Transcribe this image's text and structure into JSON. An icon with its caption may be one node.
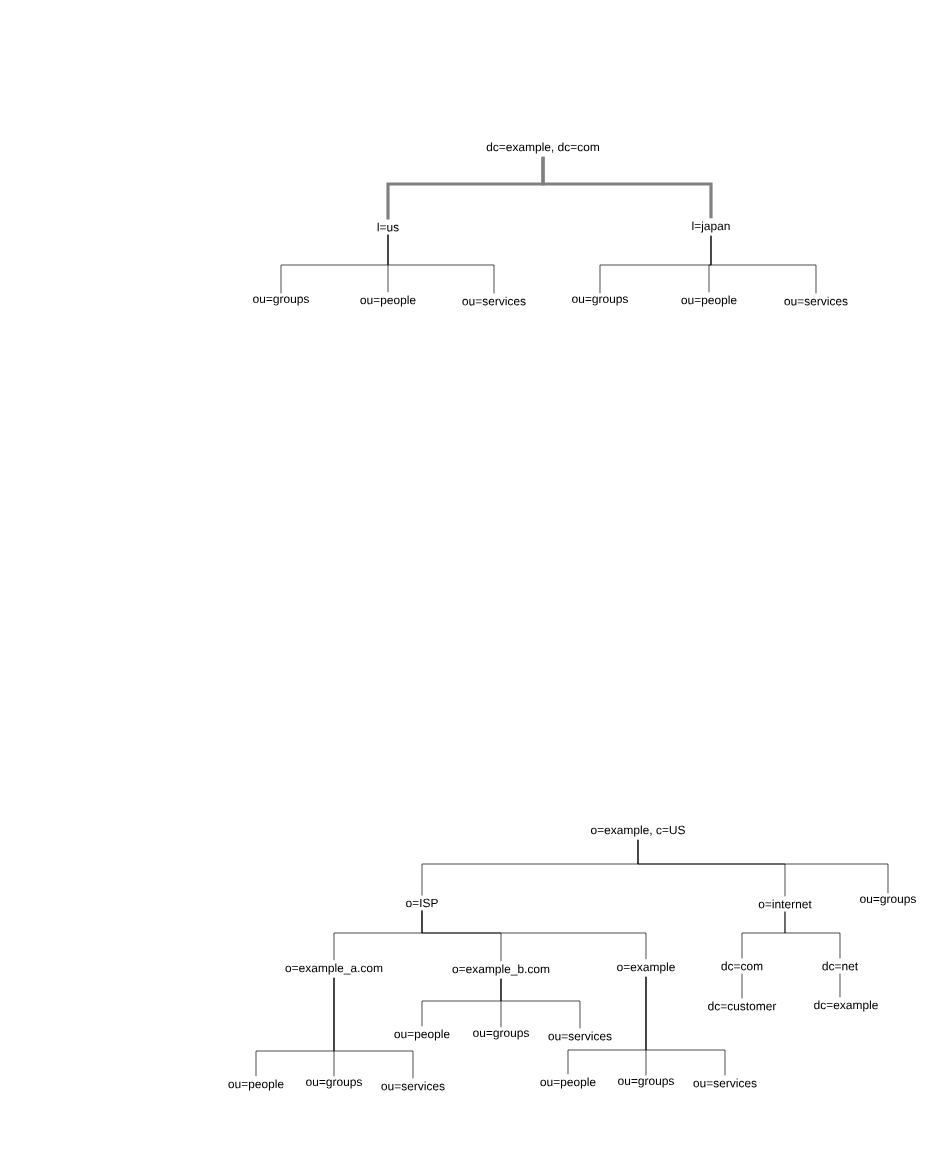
{
  "diagram": {
    "nodes": [
      {
        "text": [
          "dc=example, dc=com"
        ]
      },
      {
        "text": [
          "l=us"
        ]
      },
      {
        "text": [
          "l=japan"
        ]
      },
      {
        "text": [
          "ou=groups"
        ]
      },
      {
        "text": [
          "ou=people"
        ]
      },
      {
        "text": [
          "ou=services"
        ]
      },
      {
        "text": [
          "ou=groups"
        ]
      },
      {
        "text": [
          "ou=people"
        ]
      },
      {
        "text": [
          "ou=services"
        ]
      },
      {
        "text": [
          "o=example, c=US"
        ]
      },
      {
        "text": [
          "o=ISP"
        ]
      },
      {
        "text": [
          "o=internet"
        ]
      },
      {
        "text": [
          "ou=groups"
        ]
      },
      {
        "text": [
          "o=example_a.com"
        ]
      },
      {
        "text": [
          "o=example_b.com"
        ]
      },
      {
        "text": [
          "o=example"
        ]
      },
      {
        "text": [
          "dc=com"
        ]
      },
      {
        "text": [
          "dc=net"
        ]
      },
      {
        "text": [
          "dc=customer"
        ]
      },
      {
        "text": [
          "dc=example"
        ]
      },
      {
        "text": [
          "ou=people"
        ]
      },
      {
        "text": [
          "ou=groups"
        ]
      },
      {
        "text": [
          "ou=services"
        ]
      },
      {
        "text": [
          "ou=people"
        ]
      },
      {
        "text": [
          "ou=groups"
        ]
      },
      {
        "text": [
          "ou=services"
        ]
      },
      {
        "text": [
          "ou=people"
        ]
      },
      {
        "text": [
          "ou=groups"
        ]
      },
      {
        "text": [
          "ou=services"
        ]
      }
    ],
    "edges": [
      {
        "from": 0,
        "to": 1,
        "arrow": "none",
        "style": "thick",
        "color": "#808080"
      },
      {
        "from": 0,
        "to": 2,
        "arrow": "none",
        "style": "thick",
        "color": "#808080"
      },
      {
        "from": 1,
        "to": 3,
        "arrow": "none"
      },
      {
        "from": 1,
        "to": 4,
        "arrow": "none"
      },
      {
        "from": 1,
        "to": 5,
        "arrow": "none"
      },
      {
        "from": 2,
        "to": 6,
        "arrow": "none"
      },
      {
        "from": 2,
        "to": 7,
        "arrow": "none"
      },
      {
        "from": 2,
        "to": 8,
        "arrow": "none"
      },
      {
        "from": 9,
        "to": 10,
        "arrow": "none"
      },
      {
        "from": 9,
        "to": 11,
        "arrow": "none"
      },
      {
        "from": 9,
        "to": 12,
        "arrow": "none"
      },
      {
        "from": 10,
        "to": 13,
        "arrow": "none"
      },
      {
        "from": 10,
        "to": 14,
        "arrow": "none"
      },
      {
        "from": 10,
        "to": 15,
        "arrow": "none"
      },
      {
        "from": 11,
        "to": 16,
        "arrow": "none"
      },
      {
        "from": 11,
        "to": 17,
        "arrow": "none"
      },
      {
        "from": 16,
        "to": 18,
        "arrow": "none"
      },
      {
        "from": 17,
        "to": 19,
        "arrow": "none"
      },
      {
        "from": 14,
        "to": 20,
        "arrow": "none"
      },
      {
        "from": 14,
        "to": 21,
        "arrow": "none"
      },
      {
        "from": 14,
        "to": 22,
        "arrow": "none"
      },
      {
        "from": 13,
        "to": 23,
        "arrow": "none"
      },
      {
        "from": 13,
        "to": 24,
        "arrow": "none"
      },
      {
        "from": 13,
        "to": 25,
        "arrow": "none"
      },
      {
        "from": 15,
        "to": 26,
        "arrow": "none"
      },
      {
        "from": 15,
        "to": 27,
        "arrow": "none"
      },
      {
        "from": 15,
        "to": 28,
        "arrow": "none"
      }
    ]
  }
}
